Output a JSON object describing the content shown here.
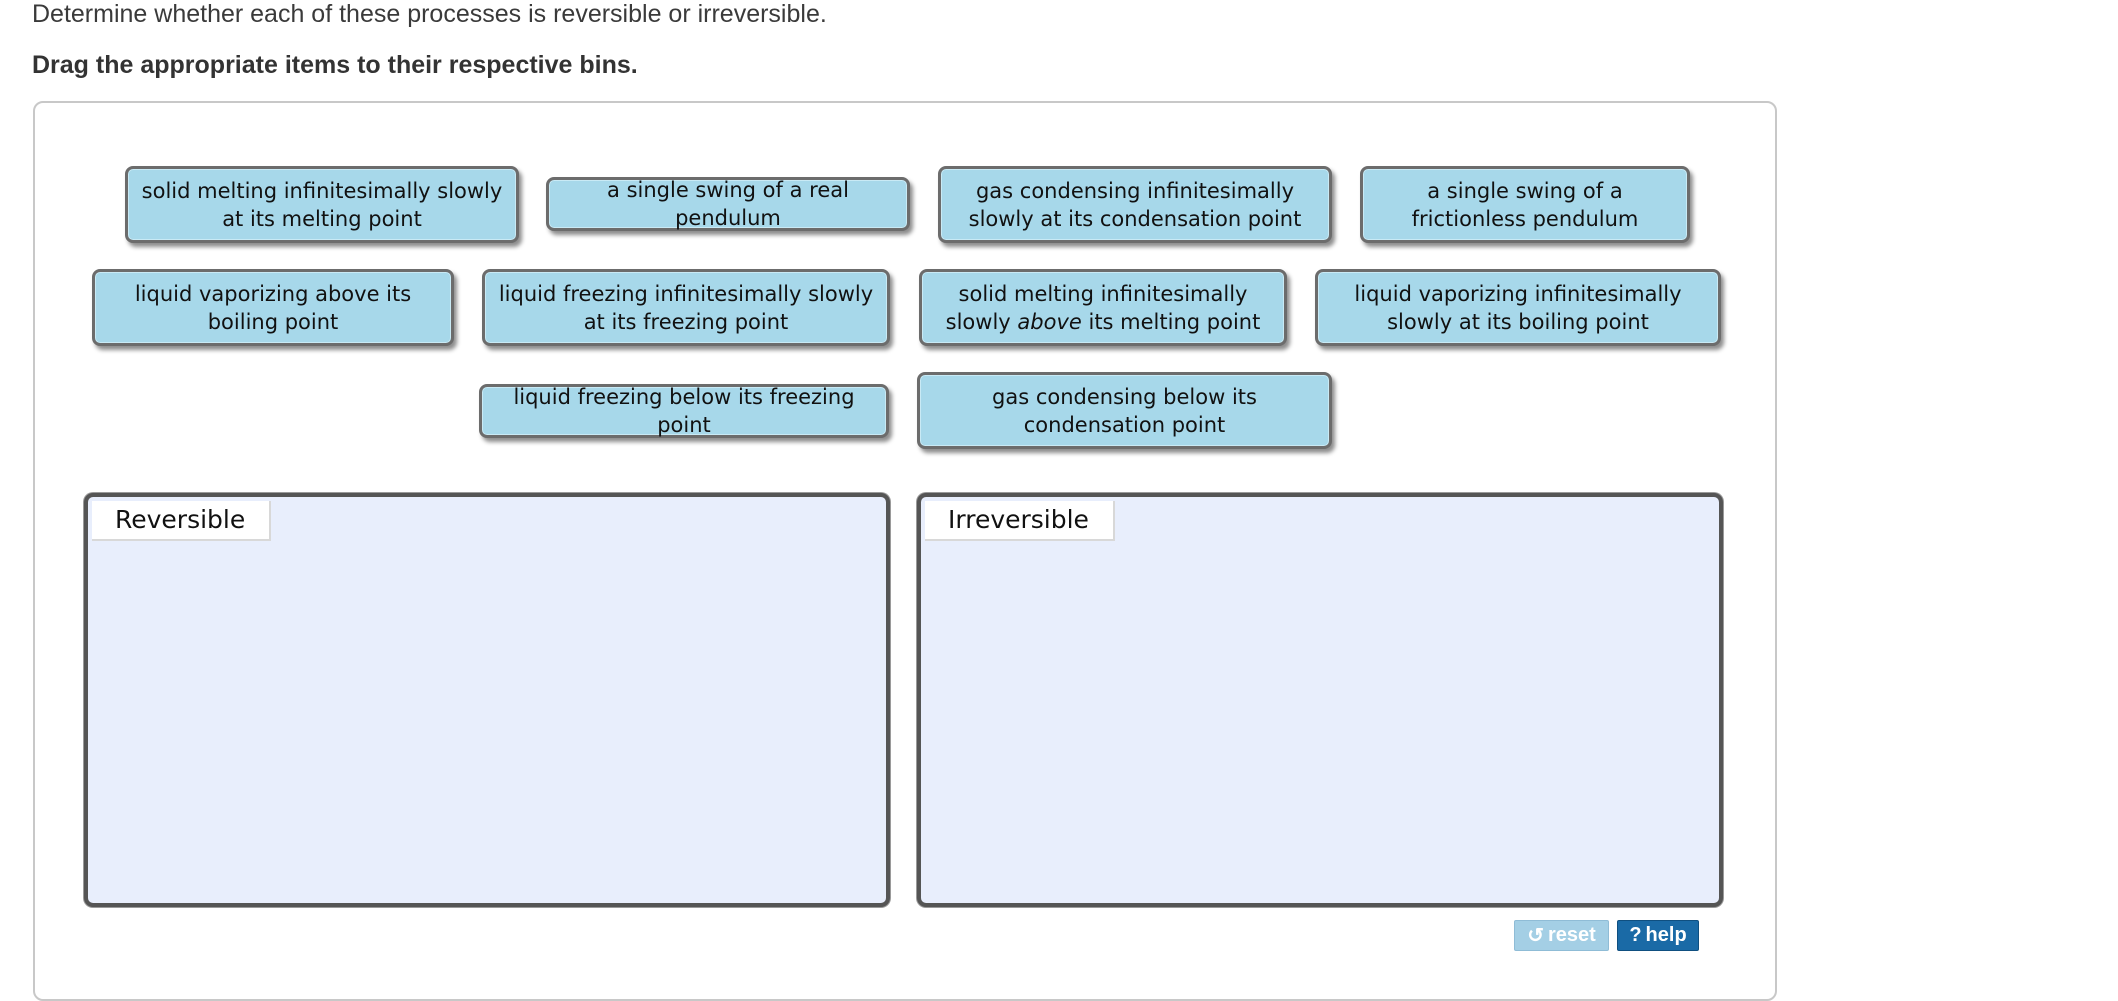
{
  "prompt": "Determine whether each of these processes is reversible or irreversible.",
  "instruction": "Drag the appropriate items to their respective bins.",
  "items": [
    {
      "pre": "solid melting infinitesimally slowly at its melting point",
      "em": "",
      "post": ""
    },
    {
      "pre": "a single swing of a real pendulum",
      "em": "",
      "post": ""
    },
    {
      "pre": "gas condensing infinitesimally slowly at its condensation point",
      "em": "",
      "post": ""
    },
    {
      "pre": "a single swing of a frictionless pendulum",
      "em": "",
      "post": ""
    },
    {
      "pre": "liquid vaporizing above its boiling point",
      "em": "",
      "post": ""
    },
    {
      "pre": "liquid freezing infinitesimally slowly at its freezing point",
      "em": "",
      "post": ""
    },
    {
      "pre": "solid melting infinitesimally slowly ",
      "em": "above",
      "post": " its melting point"
    },
    {
      "pre": "liquid vaporizing infinitesimally slowly at its boiling point",
      "em": "",
      "post": ""
    },
    {
      "pre": "liquid freezing below its freezing point",
      "em": "",
      "post": ""
    },
    {
      "pre": "gas condensing below its condensation point",
      "em": "",
      "post": ""
    }
  ],
  "bins": {
    "reversible": {
      "label": "Reversible"
    },
    "irreversible": {
      "label": "Irreversible"
    }
  },
  "buttons": {
    "reset": {
      "label": "reset",
      "icon": "↺"
    },
    "help": {
      "label": "help",
      "icon": "?"
    }
  },
  "colors": {
    "chip": "#a7d8ea",
    "bin": "#e8eefc",
    "help_button": "#1a6aa6",
    "reset_button": "#a4cfe5"
  }
}
